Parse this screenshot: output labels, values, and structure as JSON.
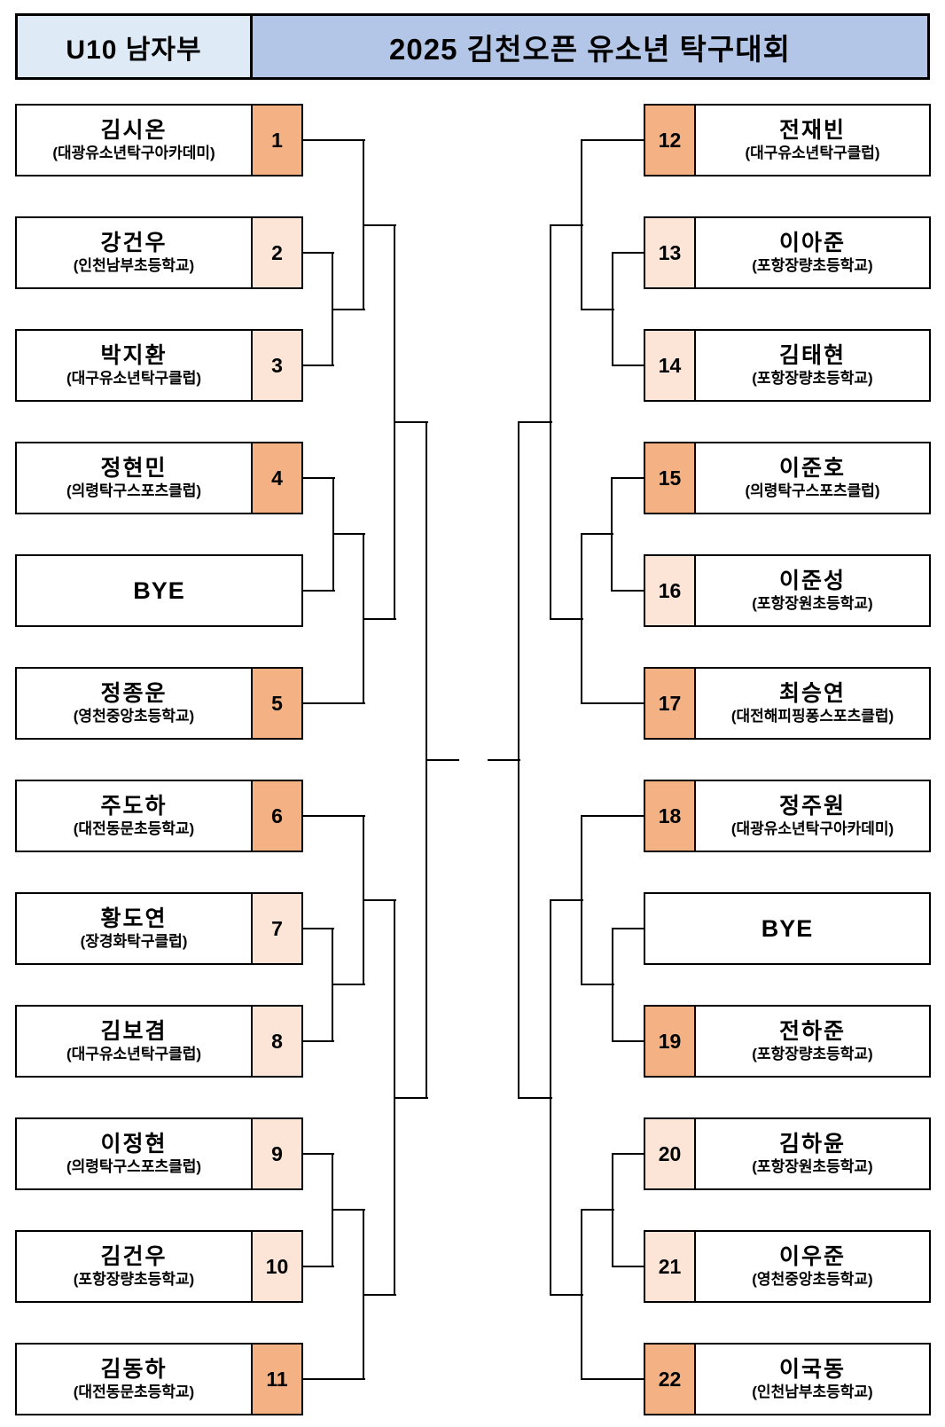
{
  "header": {
    "division": "U10 남자부",
    "title": "2025 김천오픈 유소년 탁구대회"
  },
  "colors": {
    "seed_highlight": "#F4B183",
    "seed_normal": "#FCE4D6",
    "header_division_bg": "#DEEBF7",
    "header_title_bg": "#B4C6E7",
    "line": "#000000",
    "box_border": "#000000"
  },
  "bracket": {
    "left": [
      {
        "seed": "1",
        "name": "김시온",
        "club": "(대광유소년탁구아카데미)",
        "highlight": true
      },
      {
        "seed": "2",
        "name": "강건우",
        "club": "(인천남부초등학교)",
        "highlight": false
      },
      {
        "seed": "3",
        "name": "박지환",
        "club": "(대구유소년탁구클럽)",
        "highlight": false
      },
      {
        "seed": "4",
        "name": "정현민",
        "club": "(의령탁구스포츠클럽)",
        "highlight": true
      },
      {
        "bye": true,
        "label": "BYE"
      },
      {
        "seed": "5",
        "name": "정종운",
        "club": "(영천중앙초등학교)",
        "highlight": true
      },
      {
        "seed": "6",
        "name": "주도하",
        "club": "(대전동문초등학교)",
        "highlight": true
      },
      {
        "seed": "7",
        "name": "황도연",
        "club": "(장경화탁구클럽)",
        "highlight": false
      },
      {
        "seed": "8",
        "name": "김보겸",
        "club": "(대구유소년탁구클럽)",
        "highlight": false
      },
      {
        "seed": "9",
        "name": "이정현",
        "club": "(의령탁구스포츠클럽)",
        "highlight": false
      },
      {
        "seed": "10",
        "name": "김건우",
        "club": "(포항장량초등학교)",
        "highlight": false
      },
      {
        "seed": "11",
        "name": "김동하",
        "club": "(대전동문초등학교)",
        "highlight": true
      }
    ],
    "right": [
      {
        "seed": "12",
        "name": "전재빈",
        "club": "(대구유소년탁구클럽)",
        "highlight": true
      },
      {
        "seed": "13",
        "name": "이아준",
        "club": "(포항장량초등학교)",
        "highlight": false
      },
      {
        "seed": "14",
        "name": "김태현",
        "club": "(포항장량초등학교)",
        "highlight": false
      },
      {
        "seed": "15",
        "name": "이준호",
        "club": "(의령탁구스포츠클럽)",
        "highlight": true
      },
      {
        "seed": "16",
        "name": "이준성",
        "club": "(포항장원초등학교)",
        "highlight": false
      },
      {
        "seed": "17",
        "name": "최승연",
        "club": "(대전해피핑퐁스포츠클럽)",
        "highlight": true
      },
      {
        "seed": "18",
        "name": "정주원",
        "club": "(대광유소년탁구아카데미)",
        "highlight": true
      },
      {
        "bye": true,
        "label": "BYE"
      },
      {
        "seed": "19",
        "name": "전하준",
        "club": "(포항장량초등학교)",
        "highlight": true
      },
      {
        "seed": "20",
        "name": "김하윤",
        "club": "(포항장원초등학교)",
        "highlight": false
      },
      {
        "seed": "21",
        "name": "이우준",
        "club": "(영천중앙초등학교)",
        "highlight": false
      },
      {
        "seed": "22",
        "name": "이국동",
        "club": "(인천남부초등학교)",
        "highlight": true
      }
    ]
  }
}
